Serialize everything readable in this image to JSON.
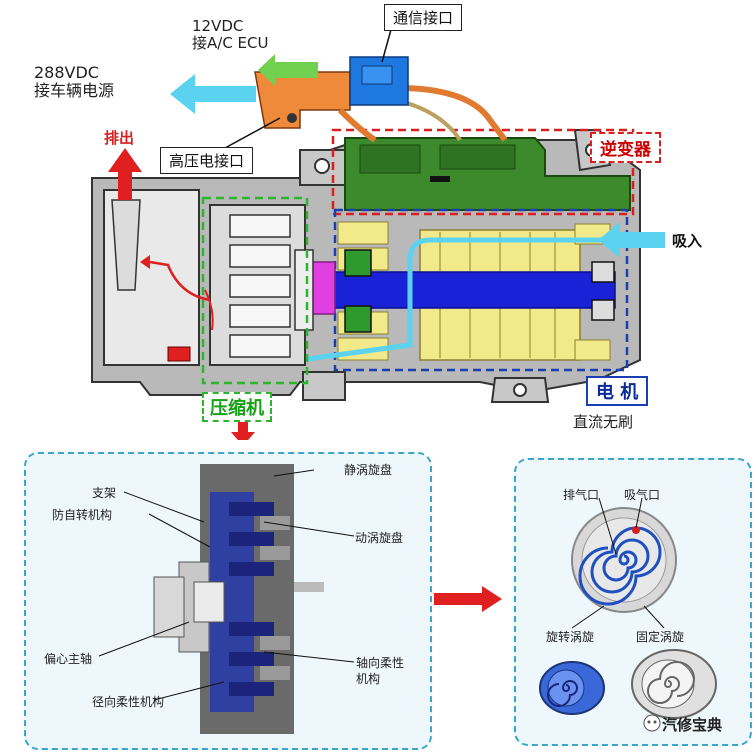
{
  "top": {
    "voltage_12v_line1": "12VDC",
    "voltage_12v_line2": "接A/C  ECU",
    "voltage_288v_line1": "288VDC",
    "voltage_288v_line2": "接车辆电源",
    "comm_port": "通信接口",
    "hv_port": "高压电接口",
    "exhaust": "排出",
    "inverter": "逆变器",
    "intake": "吸入",
    "motor": "电 机",
    "motor_type": "直流无刷",
    "compressor": "压缩机"
  },
  "left_panel": {
    "fixed_scroll": "静涡旋盘",
    "bracket": "支架",
    "anti_rotation": "防自转机构",
    "orbiting_scroll": "动涡旋盘",
    "eccentric_shaft": "偏心主轴",
    "axial_compliance_line1": "轴向柔性",
    "axial_compliance_line2": "机构",
    "radial_compliance": "径向柔性机构"
  },
  "right_panel": {
    "discharge_port": "排气口",
    "suction_port": "吸气口",
    "rotating_scroll": "旋转涡旋",
    "fixed_scroll": "固定涡旋",
    "watermark": "汽修宝典"
  },
  "colors": {
    "red_accent": "#d82020",
    "blue_motor": "#1a3fb0",
    "green_compressor": "#2db52d",
    "cyan_flow": "#40c0e8",
    "housing_green": "#3c8a2c",
    "yellow_winding": "#f2ea8a"
  }
}
